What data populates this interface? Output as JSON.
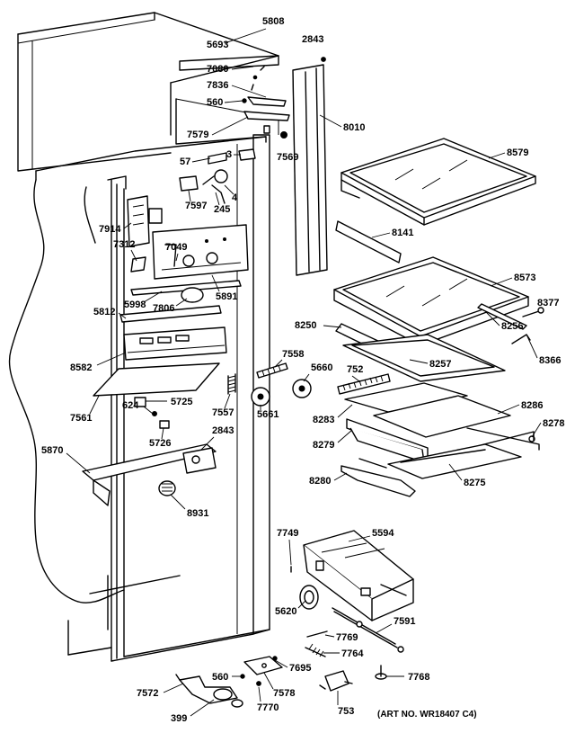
{
  "art_number": "(ART NO. WR18407 C4)",
  "part_labels": [
    {
      "id": "5808",
      "text": "5808"
    },
    {
      "id": "5693",
      "text": "5693"
    },
    {
      "id": "7080",
      "text": "7080"
    },
    {
      "id": "7836",
      "text": "7836"
    },
    {
      "id": "560a",
      "text": "560"
    },
    {
      "id": "7579",
      "text": "7579"
    },
    {
      "id": "2843a",
      "text": "2843"
    },
    {
      "id": "8010",
      "text": "8010"
    },
    {
      "id": "7569",
      "text": "7569"
    },
    {
      "id": "57",
      "text": "57"
    },
    {
      "id": "3",
      "text": "3"
    },
    {
      "id": "4",
      "text": "4"
    },
    {
      "id": "7597",
      "text": "7597"
    },
    {
      "id": "245",
      "text": "245"
    },
    {
      "id": "7914",
      "text": "7914"
    },
    {
      "id": "7312",
      "text": "7312"
    },
    {
      "id": "7049",
      "text": "7049"
    },
    {
      "id": "5998",
      "text": "5998"
    },
    {
      "id": "7806",
      "text": "7806"
    },
    {
      "id": "5891",
      "text": "5891"
    },
    {
      "id": "5812",
      "text": "5812"
    },
    {
      "id": "8582",
      "text": "8582"
    },
    {
      "id": "7561",
      "text": "7561"
    },
    {
      "id": "5725",
      "text": "5725"
    },
    {
      "id": "624",
      "text": "624"
    },
    {
      "id": "5726",
      "text": "5726"
    },
    {
      "id": "7557",
      "text": "7557"
    },
    {
      "id": "7558",
      "text": "7558"
    },
    {
      "id": "5661",
      "text": "5661"
    },
    {
      "id": "5660",
      "text": "5660"
    },
    {
      "id": "752",
      "text": "752"
    },
    {
      "id": "5870",
      "text": "5870"
    },
    {
      "id": "2843b",
      "text": "2843"
    },
    {
      "id": "8931",
      "text": "8931"
    },
    {
      "id": "8579",
      "text": "8579"
    },
    {
      "id": "8141",
      "text": "8141"
    },
    {
      "id": "8573",
      "text": "8573"
    },
    {
      "id": "8377",
      "text": "8377"
    },
    {
      "id": "8250",
      "text": "8250"
    },
    {
      "id": "8256",
      "text": "8256"
    },
    {
      "id": "8257",
      "text": "8257"
    },
    {
      "id": "8366",
      "text": "8366"
    },
    {
      "id": "8283",
      "text": "8283"
    },
    {
      "id": "8286",
      "text": "8286"
    },
    {
      "id": "8278",
      "text": "8278"
    },
    {
      "id": "8279",
      "text": "8279"
    },
    {
      "id": "8280",
      "text": "8280"
    },
    {
      "id": "8275",
      "text": "8275"
    },
    {
      "id": "7749",
      "text": "7749"
    },
    {
      "id": "5594",
      "text": "5594"
    },
    {
      "id": "5620",
      "text": "5620"
    },
    {
      "id": "7591",
      "text": "7591"
    },
    {
      "id": "7769",
      "text": "7769"
    },
    {
      "id": "7764",
      "text": "7764"
    },
    {
      "id": "7695",
      "text": "7695"
    },
    {
      "id": "7768",
      "text": "7768"
    },
    {
      "id": "560b",
      "text": "560"
    },
    {
      "id": "7572",
      "text": "7572"
    },
    {
      "id": "7578",
      "text": "7578"
    },
    {
      "id": "399",
      "text": "399"
    },
    {
      "id": "7770",
      "text": "7770"
    },
    {
      "id": "753",
      "text": "753"
    }
  ]
}
